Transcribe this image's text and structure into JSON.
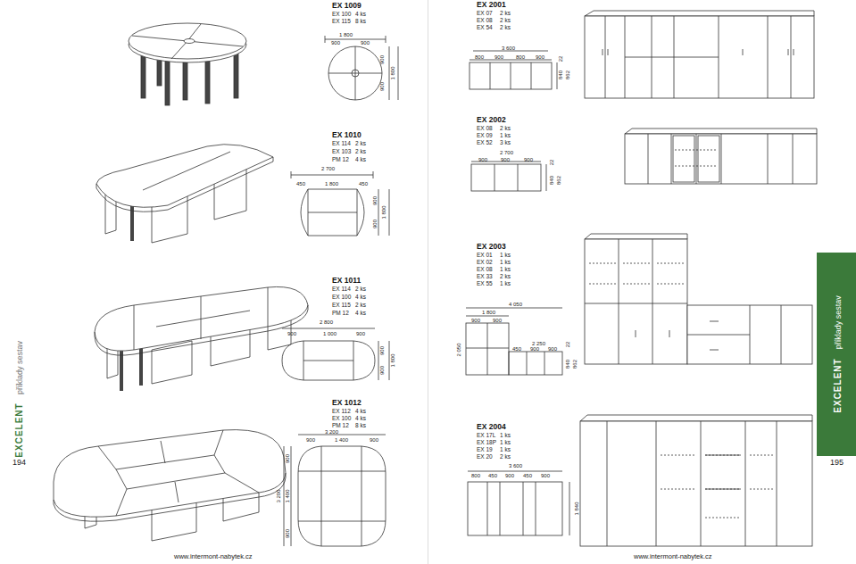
{
  "diagram": {
    "nodes": [
      {
        "text": [
          "EXCELENT",
          "příklady sestav"
        ]
      }
    ],
    "labels": [
      "EX 1009",
      "EX 100",
      "4 ks",
      "EX 115",
      "8 ks",
      "1 800",
      "900",
      "900",
      "900",
      "900",
      "1 800",
      "EX 1010",
      "EX 114",
      "2 ks",
      "EX 103",
      "2 ks",
      "PM 12",
      "4 ks",
      "2 700",
      "450",
      "1 800",
      "450",
      "900",
      "900",
      "1 800",
      "EX 1011",
      "EX 114",
      "2 ks",
      "EX 100",
      "4 ks",
      "EX 115",
      "2 ks",
      "PM 12",
      "4 ks",
      "2 800",
      "900",
      "1 000",
      "900",
      "900",
      "900",
      "1 800",
      "EX 1012",
      "EX 112",
      "4 ks",
      "EX 100",
      "4 ks",
      "PM 12",
      "8 ks",
      "3 200",
      "900",
      "1 400",
      "900",
      "900",
      "1 400",
      "900",
      "3 200",
      "194",
      "EXCELENT",
      "příklady sestav",
      "www.intermont-nabytek.cz",
      "EX 2001",
      "EX 07",
      "2 ks",
      "EX 08",
      "2 ks",
      "EX 54",
      "2 ks",
      "3 600",
      "800",
      "900",
      "800",
      "900",
      "22",
      "840",
      "862",
      "EX 2002",
      "EX 08",
      "2 ks",
      "EX 09",
      "1 ks",
      "EX 52",
      "3 ks",
      "2 700",
      "900",
      "900",
      "900",
      "22",
      "840",
      "862",
      "EX 2003",
      "EX 01",
      "1 ks",
      "EX 02",
      "1 ks",
      "EX 08",
      "1 ks",
      "EX 33",
      "2 ks",
      "EX 55",
      "1 ks",
      "4 050",
      "1 800",
      "900",
      "900",
      "2 250",
      "450",
      "900",
      "900",
      "2 050",
      "22",
      "840",
      "862",
      "EX 2004",
      "EX 17L",
      "1 ks",
      "EX 18P",
      "1 ks",
      "EX 19",
      "1 ks",
      "EX 20",
      "2 ks",
      "3 600",
      "800",
      "450",
      "900",
      "450",
      "900",
      "1 840",
      "195",
      "www.intermont-nabytek.cz"
    ]
  }
}
